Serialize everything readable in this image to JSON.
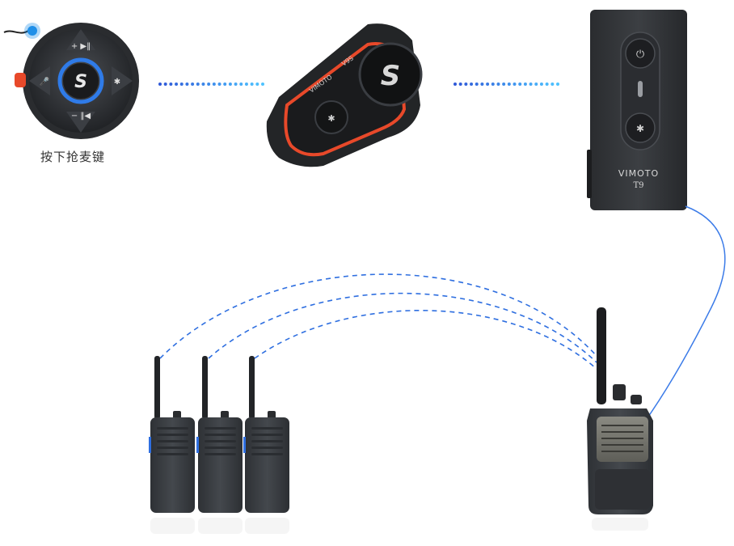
{
  "remote": {
    "caption": "按下抢麦键",
    "icon_name": "remote-button-icon"
  },
  "headset": {
    "brand_text": "VIMOTO",
    "model_text": "V9S"
  },
  "adapter": {
    "brand_text": "VIMOTO",
    "model_text": "T9"
  },
  "colors": {
    "accent_blue": "#2f6fe0",
    "headset_orange": "#e8492a",
    "device_dark": "#2b2d30",
    "radio_body": "#3a3d42",
    "cable_blue": "#3b7be8",
    "dotted_start": "#2f59d8",
    "dotted_end": "#4fc3ff"
  }
}
